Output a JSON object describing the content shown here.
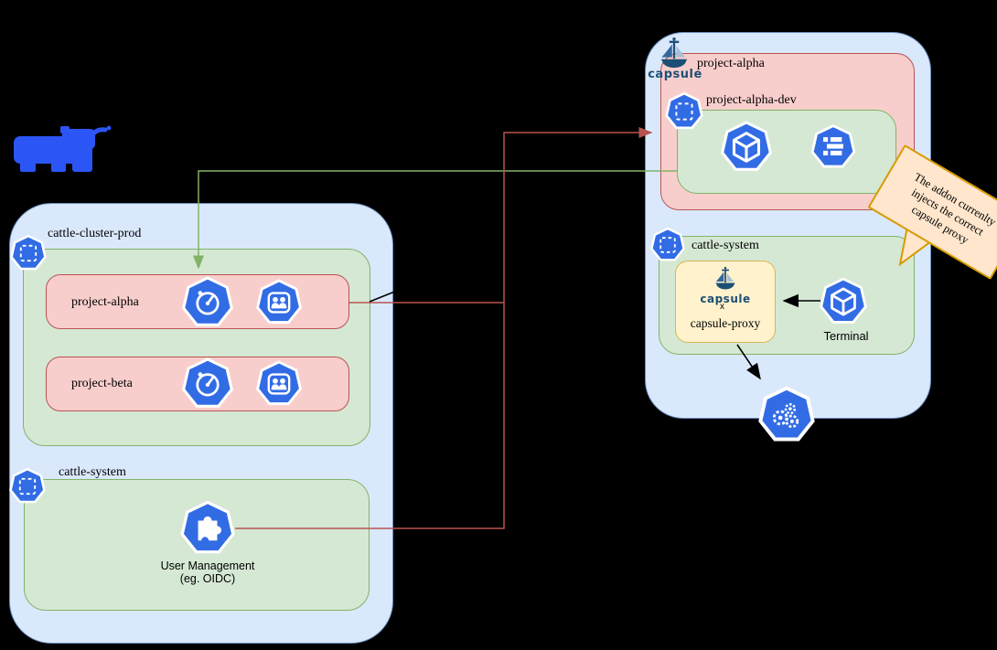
{
  "left_cluster": {
    "name_label": "cattle-cluster-prod",
    "projects": [
      {
        "label": "project-alpha",
        "icons": [
          "limits-gauge-icon",
          "users-group-icon"
        ]
      },
      {
        "label": "project-beta",
        "icons": [
          "limits-gauge-icon",
          "users-group-icon"
        ]
      }
    ],
    "cattle_system": {
      "name_label": "cattle-system",
      "user_management_line1": "User Management",
      "user_management_line2": "(eg. OIDC)",
      "icon": "puzzle-piece-icon"
    },
    "corner_icon": "namespace-icon"
  },
  "right_cluster": {
    "capsule_logo_text": "capsule",
    "tenant_label": "project-alpha",
    "namespace_label": "project-alpha-dev",
    "namespace_icons": [
      "pod-cube-icon",
      "manifest-list-icon"
    ],
    "cattle_system": {
      "name_label": "cattle-system",
      "capsule_proxy": {
        "logo_text": "capsule",
        "stray_text": "x",
        "label": "capsule-proxy"
      },
      "terminal_label": "Terminal",
      "api_icon": "kubernetes-gears-icon"
    }
  },
  "note": {
    "line1": "The addon currenlty",
    "line2": "injects the correct",
    "line3": "capsule proxy"
  },
  "logos": {
    "rancher": "rancher-cow-logo",
    "capsule": "capsule-ship-logo"
  },
  "colors": {
    "background": "#000000",
    "cluster_fill": "#dae8fc",
    "cluster_border": "#6c8ebf",
    "green_fill": "#d5e8d4",
    "green_border": "#82b366",
    "pink_fill": "#f8cecc",
    "pink_border": "#b85450",
    "yellow_fill": "#fff2cc",
    "yellow_border": "#d6b656",
    "note_fill": "#ffe6cc",
    "note_border": "#d79b00",
    "kubernetes_blue": "#326ce5",
    "rancher_blue": "#2b55f5",
    "capsule_navy": "#1d4f76",
    "arrow_red": "#b85450",
    "arrow_green": "#82b366",
    "arrow_black": "#000000"
  }
}
